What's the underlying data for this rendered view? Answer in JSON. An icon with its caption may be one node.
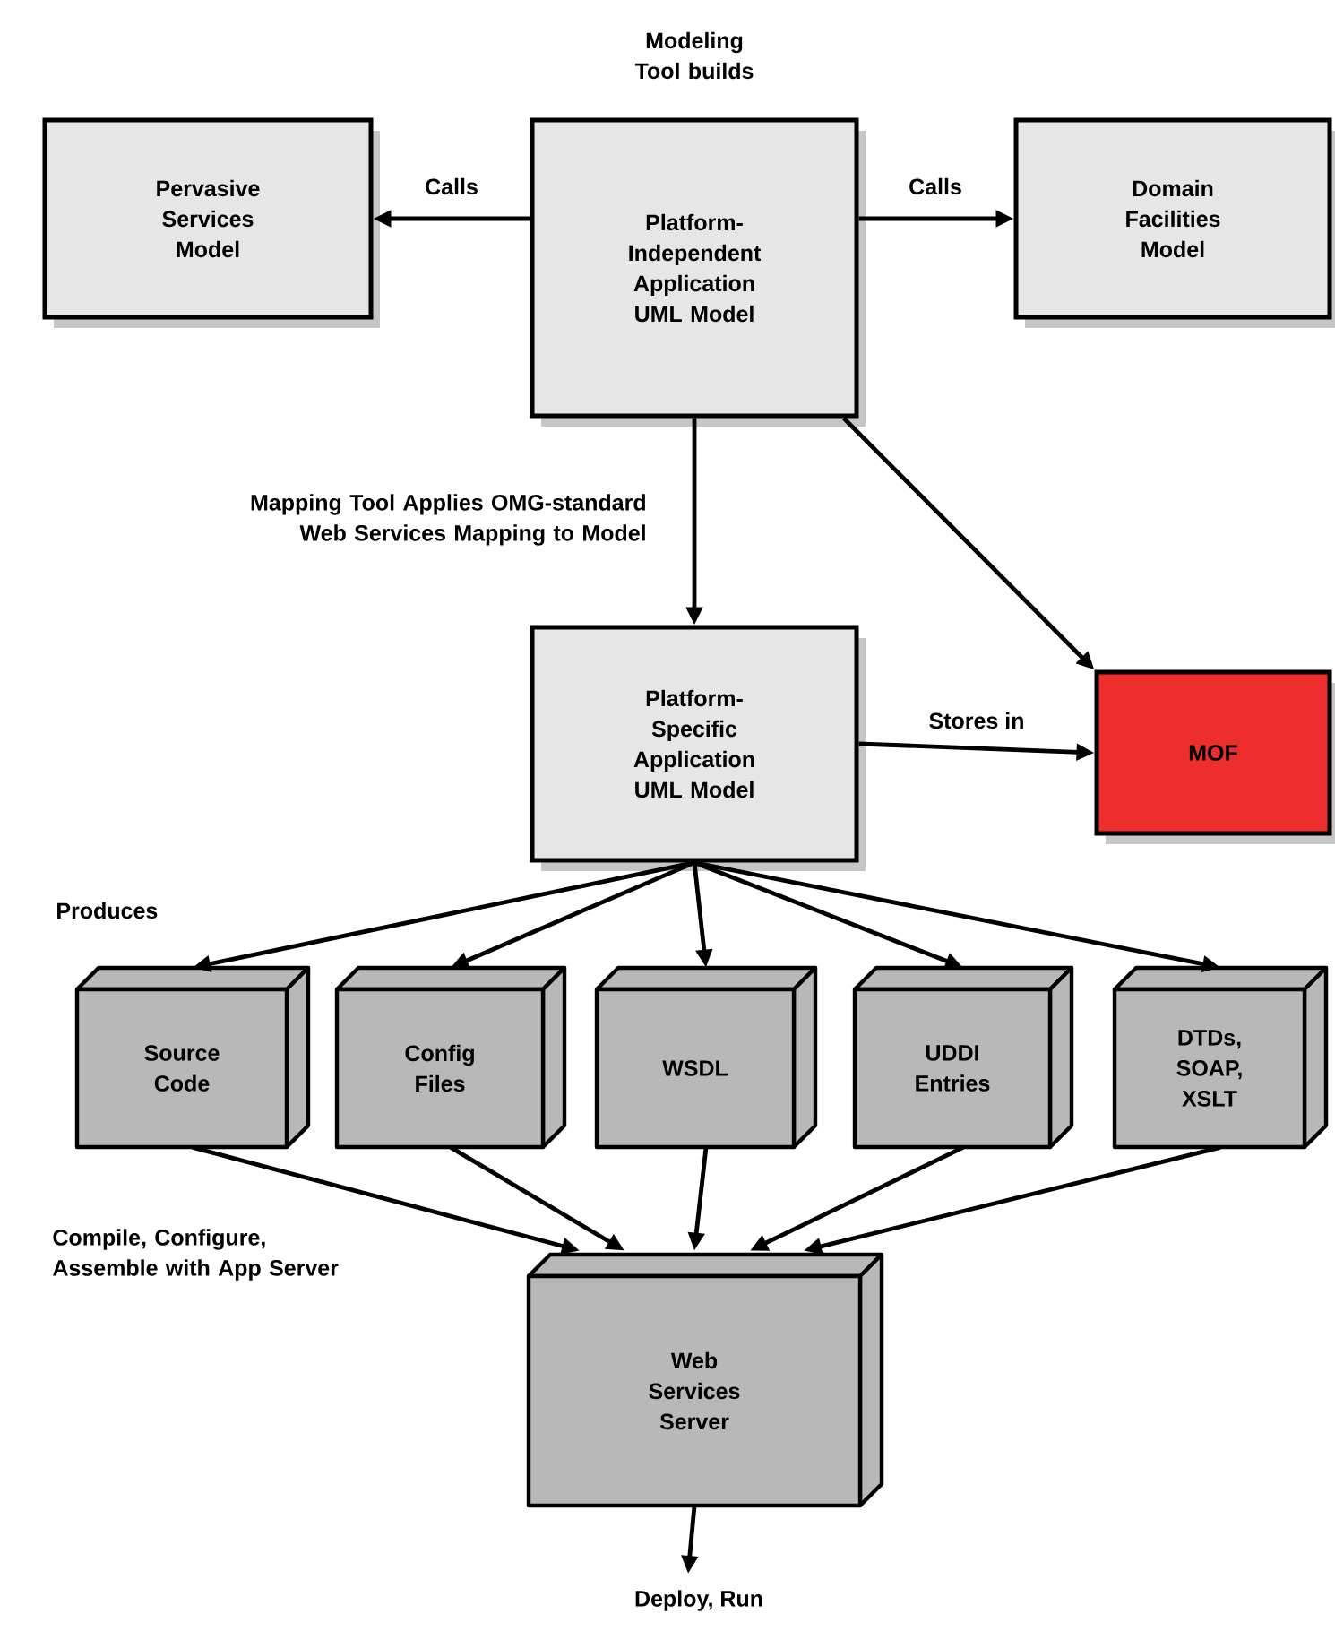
{
  "diagram": {
    "nodes": [
      {
        "text": [
          "Pervasive Services Model"
        ]
      },
      {
        "text": [
          "Platform-Independent Application UML Model"
        ],
        "beside": [
          "Modeling Tool builds"
        ]
      },
      {
        "text": [
          "Domain Facilities Model"
        ]
      },
      {
        "text": [
          "Platform-Specific Application UML Model"
        ]
      },
      {
        "text": [
          "MOF"
        ]
      },
      {
        "text": [
          "Source Code"
        ]
      },
      {
        "text": [
          "Config Files"
        ]
      },
      {
        "text": [
          "WSDL"
        ]
      },
      {
        "text": [
          "UDDI Entries"
        ]
      },
      {
        "text": [
          "DTDs, SOAP, XSLT"
        ]
      },
      {
        "text": [
          "Web Services Server"
        ]
      }
    ],
    "edges": [
      {
        "from": 1,
        "to": 0,
        "arrow": "to",
        "label": "Calls"
      },
      {
        "from": 1,
        "to": 2,
        "arrow": "to",
        "label": "Calls"
      },
      {
        "from": 1,
        "to": 3,
        "arrow": "to",
        "label": "Mapping Tool Applies OMG-standard Web Services Mapping to Model"
      },
      {
        "from": 1,
        "to": 4,
        "arrow": "to"
      },
      {
        "from": 3,
        "to": 4,
        "arrow": "to",
        "label": "Stores in"
      },
      {
        "from": 3,
        "to": 5,
        "arrow": "to"
      },
      {
        "from": 3,
        "to": 6,
        "arrow": "to"
      },
      {
        "from": 3,
        "to": 7,
        "arrow": "to"
      },
      {
        "from": 3,
        "to": 8,
        "arrow": "to"
      },
      {
        "from": 3,
        "to": 9,
        "arrow": "to"
      },
      {
        "from": 5,
        "to": 10,
        "arrow": "to"
      },
      {
        "from": 6,
        "to": 10,
        "arrow": "to"
      },
      {
        "from": 7,
        "to": 10,
        "arrow": "to"
      },
      {
        "from": 8,
        "to": 10,
        "arrow": "to"
      },
      {
        "from": 9,
        "to": 10,
        "arrow": "to"
      },
      {
        "from": 10,
        "to": null,
        "arrow": "to",
        "label": "Deploy, Run"
      }
    ],
    "labels": [
      "Produces",
      "Compile, Configure, Assemble with App Server"
    ]
  }
}
